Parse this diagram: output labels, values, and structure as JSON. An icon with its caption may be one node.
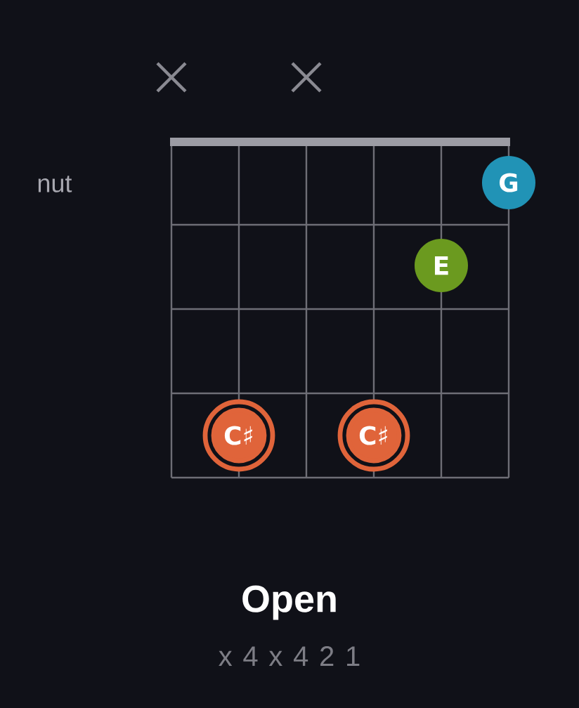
{
  "diagram": {
    "title": "Open",
    "nodes": [
      {
        "text": [
          "G"
        ]
      },
      {
        "text": [
          "E"
        ]
      },
      {
        "text": [
          "C♯"
        ]
      },
      {
        "text": [
          "C♯"
        ]
      }
    ],
    "labels": [
      "nut",
      "x 4 x 4 2 1"
    ]
  }
}
